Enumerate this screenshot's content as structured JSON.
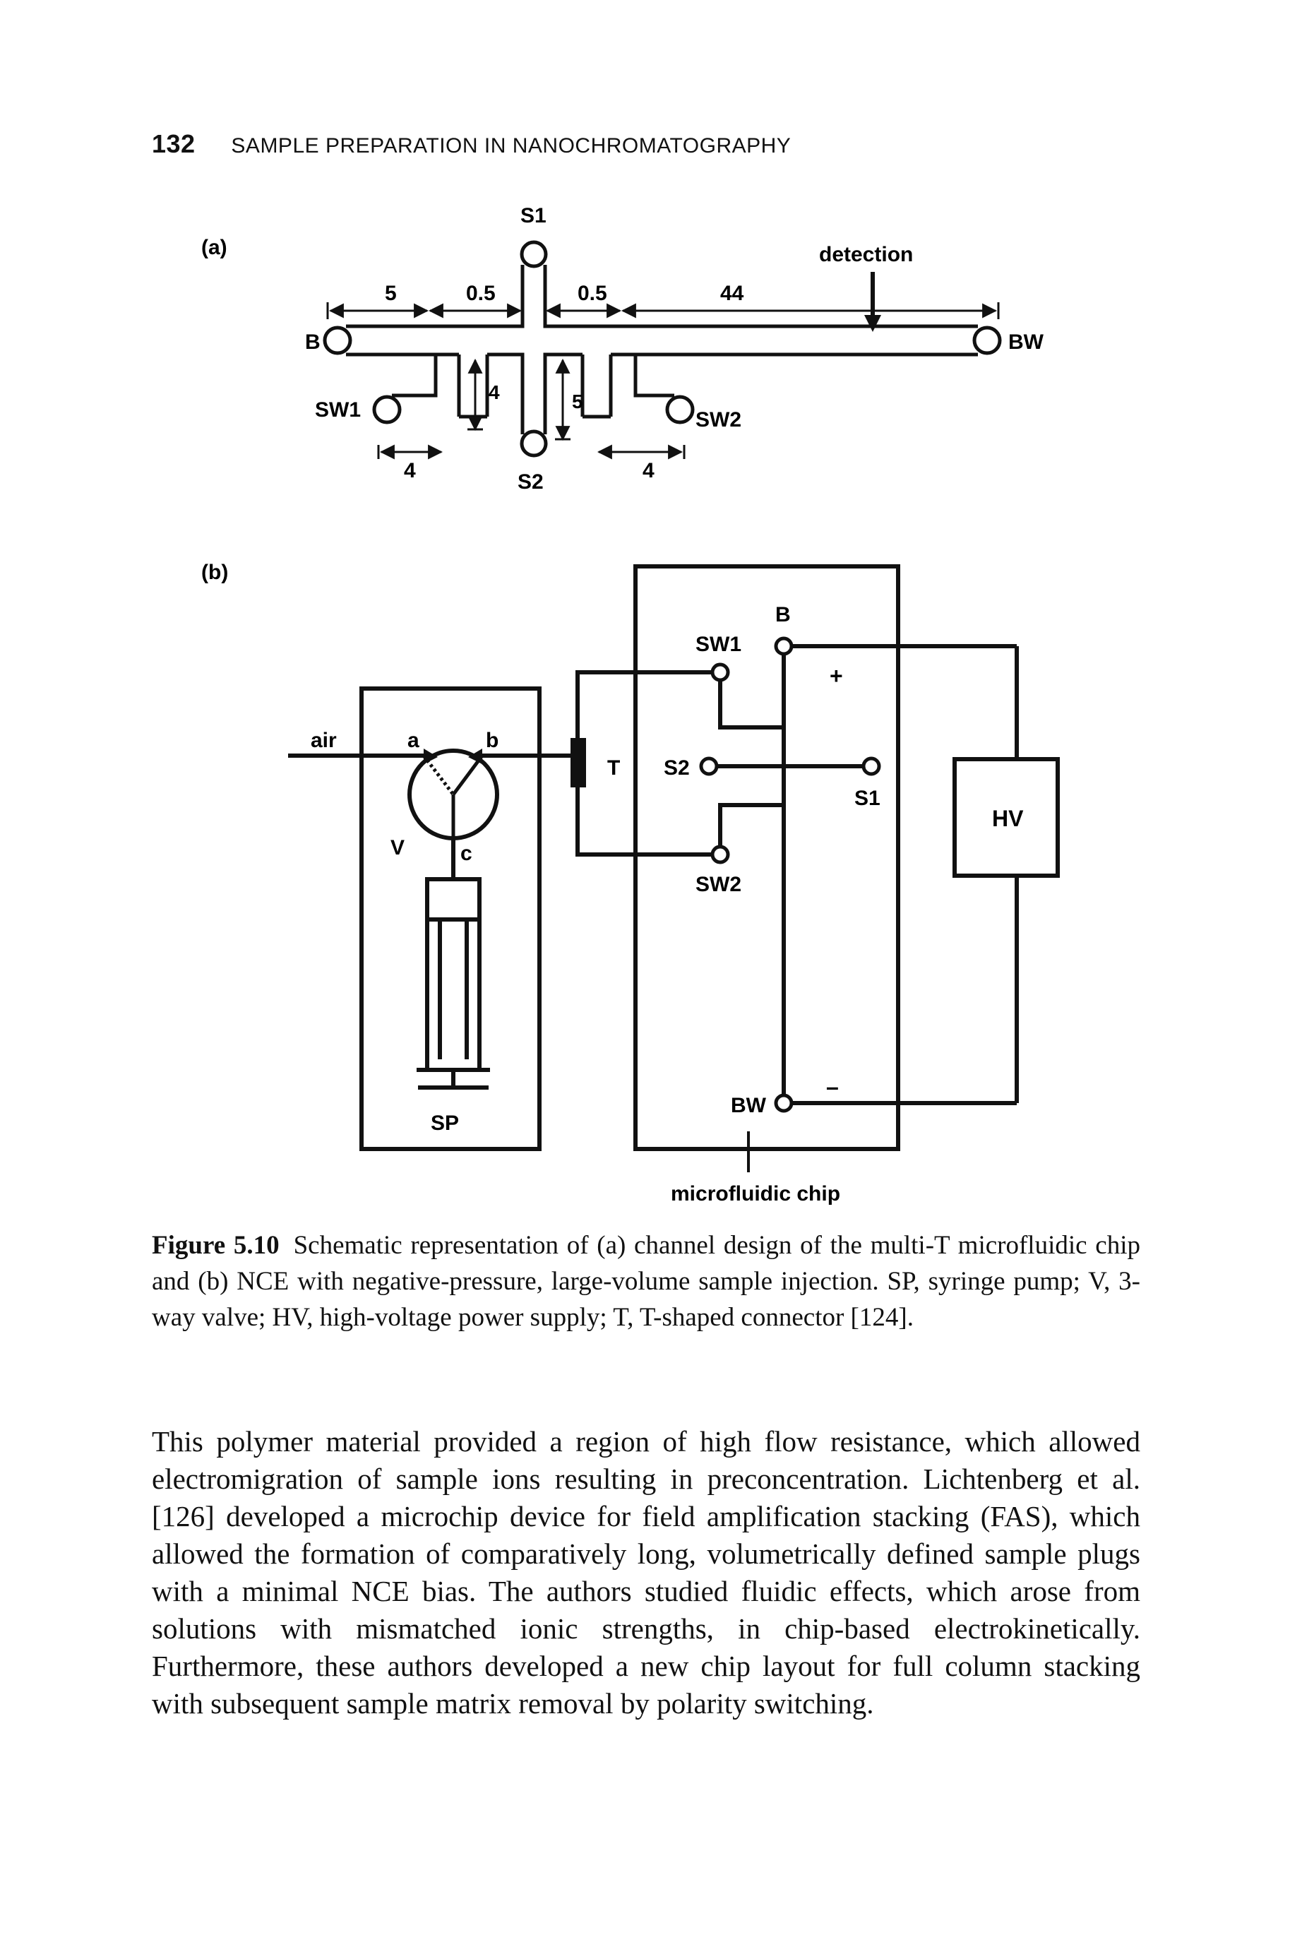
{
  "header": {
    "page_number": "132",
    "running_title": "SAMPLE PREPARATION IN NANOCHROMATOGRAPHY"
  },
  "figure": {
    "panel_a": {
      "panel_label": "(a)",
      "labels": {
        "s1": "S1",
        "s2": "S2",
        "b": "B",
        "bw": "BW",
        "sw1": "SW1",
        "sw2": "SW2",
        "detection": "detection"
      },
      "dimensions": {
        "d_5": "5",
        "d_05_left": "0.5",
        "d_05_right": "0.5",
        "d_44": "44",
        "d_4_vertical": "4",
        "d_5_vertical": "5",
        "d_4_left": "4",
        "d_4_right": "4"
      }
    },
    "panel_b": {
      "panel_label": "(b)",
      "labels": {
        "air": "air",
        "a": "a",
        "b_port": "b",
        "c": "c",
        "v": "V",
        "sp": "SP",
        "t": "T",
        "b": "B",
        "sw1": "SW1",
        "s2": "S2",
        "s1": "S1",
        "sw2": "SW2",
        "bw": "BW",
        "plus": "+",
        "minus": "–",
        "hv": "HV",
        "chip": "microfluidic chip"
      }
    }
  },
  "caption": {
    "label": "Figure 5.10",
    "text": "Schematic representation of (a) channel design of the multi-T microfluidic chip and (b) NCE with negative-pressure, large-volume sample injection. SP, syringe pump; V, 3-way valve; HV, high-voltage power supply; T, T-shaped connector [124]."
  },
  "body": {
    "paragraph": "This polymer material provided a region of high flow resistance, which allowed electromigration of sample ions resulting in preconcentration. Lichtenberg et al. [126] developed a microchip device for field amplification stacking (FAS), which allowed the formation of comparatively long, volumetrically defined sample plugs with a minimal NCE bias. The authors studied fluidic effects, which arose from solutions with mismatched ionic strengths, in chip-based electrokinetically. Furthermore, these authors developed a new chip layout for full column stacking with subsequent sample matrix removal by polarity switching."
  }
}
